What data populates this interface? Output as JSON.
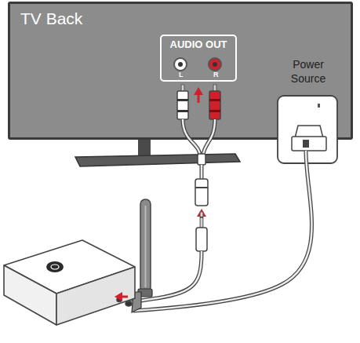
{
  "diagram": {
    "nodes": [
      {
        "text": [
          "TV Back"
        ]
      },
      {
        "text": [
          "AUDIO OUT",
          "L",
          "R"
        ],
        "in": 0
      },
      {
        "text": [
          "Power Source"
        ]
      }
    ]
  }
}
